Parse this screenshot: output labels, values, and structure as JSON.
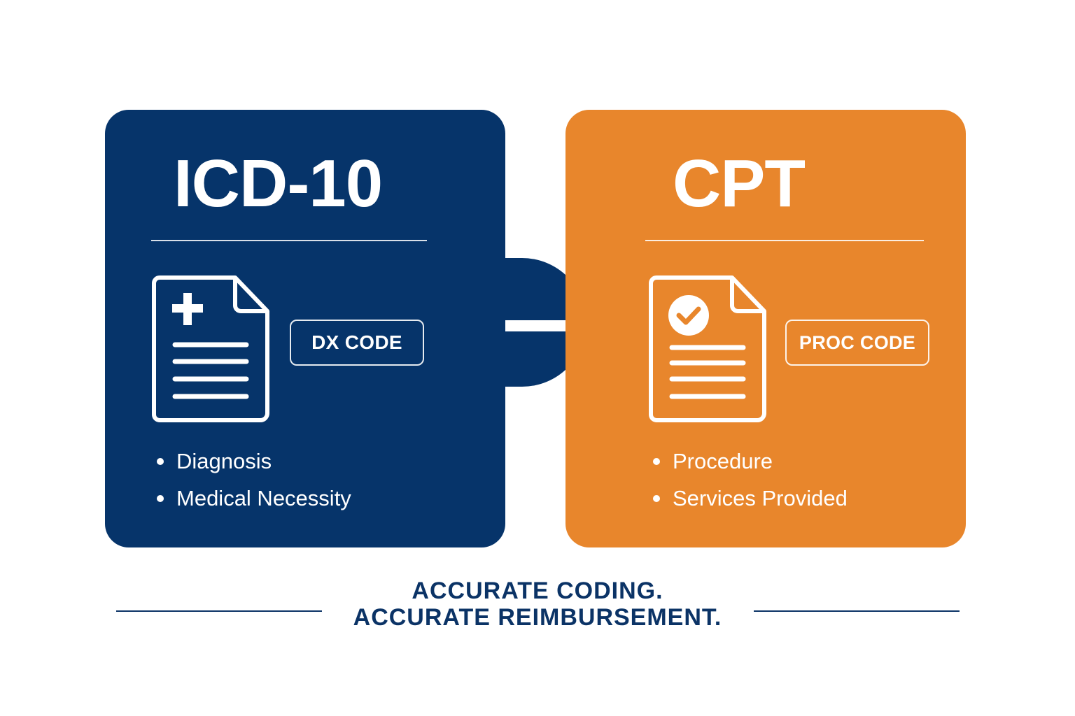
{
  "cards": {
    "icd": {
      "title": "ICD-10",
      "code_tag": "DX CODE",
      "bullets": [
        "Diagnosis",
        "Medical Necessity"
      ],
      "color": "#06346a",
      "icon": "medical-document-icon"
    },
    "cpt": {
      "title": "CPT",
      "code_tag": "PROC CODE",
      "bullets": [
        "Procedure",
        "Services Provided"
      ],
      "color": "#e8862c",
      "icon": "checked-document-icon"
    }
  },
  "connector": {
    "icon": "right-arrow-icon"
  },
  "tagline": {
    "line1": "ACCURATE CODING.",
    "line2": "ACCURATE REIMBURSEMENT.",
    "color": "#0b3366"
  }
}
